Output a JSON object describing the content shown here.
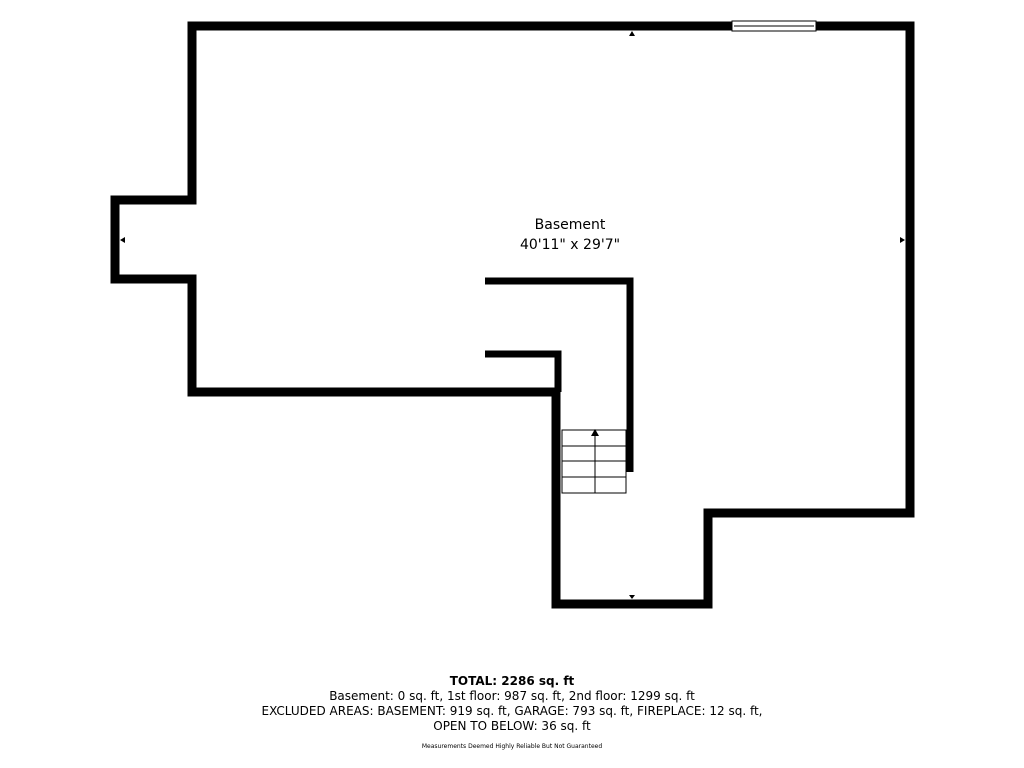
{
  "room": {
    "name": "Basement",
    "dimensions": "40'11\" x 29'7\""
  },
  "summary": {
    "total": "TOTAL: 2286 sq. ft",
    "breakdown": "Basement: 0 sq. ft, 1st floor: 987 sq. ft, 2nd floor: 1299 sq. ft",
    "excluded": "EXCLUDED AREAS: BASEMENT: 919 sq. ft, GARAGE: 793 sq. ft, FIREPLACE: 12 sq. ft,",
    "open_to_below": "OPEN TO BELOW: 36 sq. ft",
    "disclaimer": "Measurements Deemed Highly Reliable But Not Guaranteed"
  },
  "colors": {
    "wall": "#000000",
    "background": "#ffffff"
  }
}
